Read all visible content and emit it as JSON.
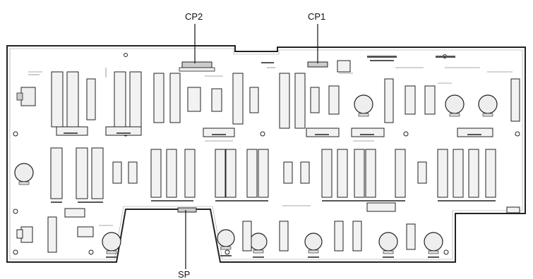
{
  "callouts": {
    "cp2": "CP2",
    "cp1": "CP1",
    "sp": "SP"
  },
  "board": {
    "ink_color": "#222222",
    "chip_fill": "#f2f2f2",
    "paper_color": "#ffffff"
  }
}
